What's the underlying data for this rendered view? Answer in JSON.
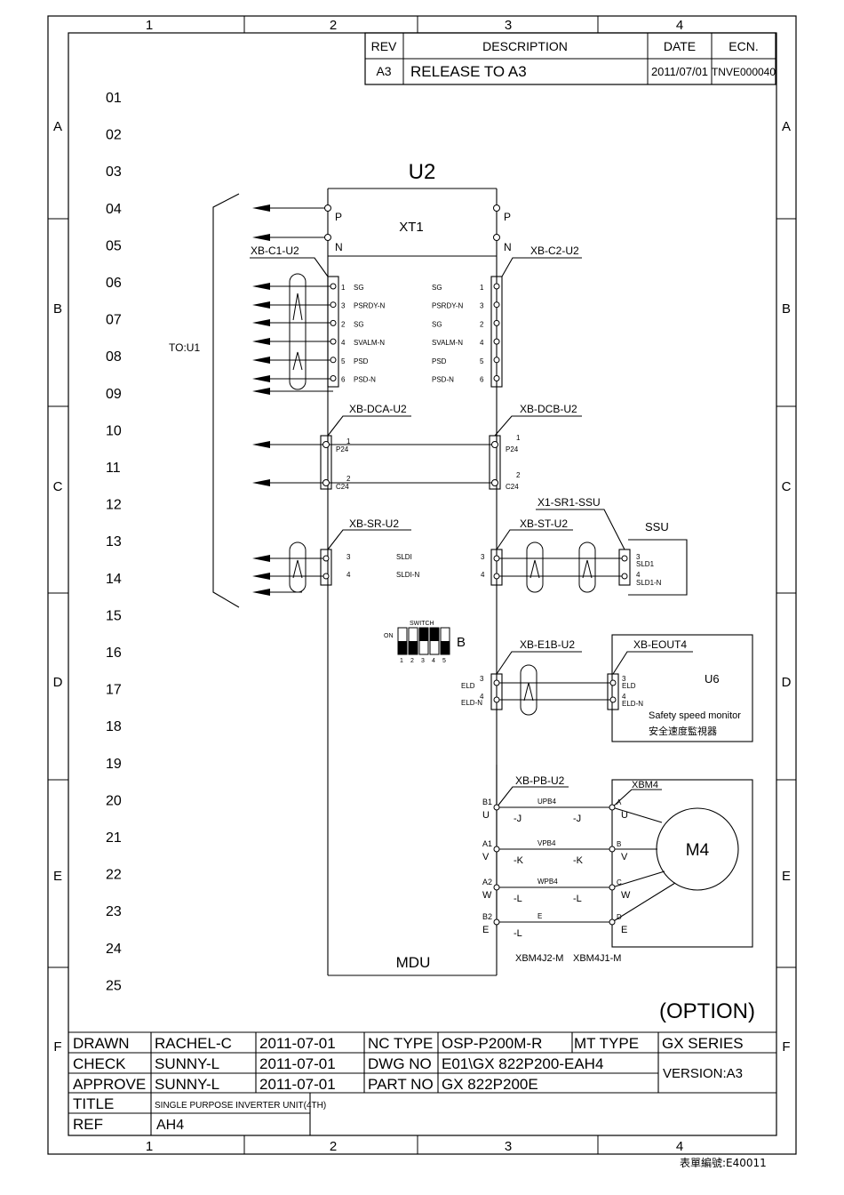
{
  "grid": {
    "cols": [
      "1",
      "2",
      "3",
      "4"
    ],
    "rows": [
      "A",
      "B",
      "C",
      "D",
      "E",
      "F"
    ]
  },
  "revision": {
    "headers": {
      "rev": "REV",
      "description": "DESCRIPTION",
      "date": "DATE",
      "ecn": "ECN."
    },
    "entry": {
      "rev": "A3",
      "description": "RELEASE TO A3",
      "date": "2011/07/01",
      "ecn": "TNVE000040"
    }
  },
  "line_numbers": [
    "01",
    "02",
    "03",
    "04",
    "05",
    "06",
    "07",
    "08",
    "09",
    "10",
    "11",
    "12",
    "13",
    "14",
    "15",
    "16",
    "17",
    "18",
    "19",
    "20",
    "21",
    "22",
    "23",
    "24",
    "25"
  ],
  "schematic": {
    "unit": "U2",
    "xt1": "XT1",
    "mdu": "MDU",
    "to_u1": "TO:U1",
    "p": "P",
    "n": "N",
    "xb_c1": "XB-C1-U2",
    "xb_c2": "XB-C2-U2",
    "c_left_pins": [
      "1",
      "3",
      "2",
      "4",
      "5",
      "6"
    ],
    "c_left_sigs": [
      "SG",
      "PSRDY-N",
      "SG",
      "SVALM-N",
      "PSD",
      "PSD-N"
    ],
    "c_right_sigs": [
      "SG",
      "PSRDY-N",
      "SG",
      "SVALM-N",
      "PSD",
      "PSD-N"
    ],
    "c_right_pins": [
      "1",
      "3",
      "2",
      "4",
      "5",
      "6"
    ],
    "xb_dca": "XB-DCA-U2",
    "xb_dcb": "XB-DCB-U2",
    "dc_pins": [
      "1",
      "2"
    ],
    "dc_sigs": [
      "P24",
      "C24"
    ],
    "xb_sr": "XB-SR-U2",
    "xb_st": "XB-ST-U2",
    "x1_sr1": "X1-SR1-SSU",
    "ssu": "SSU",
    "sr_pins": [
      "3",
      "4"
    ],
    "sr_sigs": [
      "SLDI",
      "SLDI-N"
    ],
    "ssu_pins": [
      "3",
      "4"
    ],
    "ssu_sigs": [
      "SLD1",
      "SLD1-N"
    ],
    "switch_title": "SWITCH",
    "switch_on": "ON",
    "switch_nums": [
      "1",
      "2",
      "3",
      "4",
      "5"
    ],
    "switch_b": "B",
    "xb_e1b": "XB-E1B-U2",
    "xb_eout4": "XB-EOUT4",
    "u6": "U6",
    "eld_pins": [
      "3",
      "4"
    ],
    "eld_sigs": [
      "ELD",
      "ELD-N"
    ],
    "u6_desc": "Safety speed monitor",
    "u6_desc_cn": "安全速度監視器",
    "xb_pb": "XB-PB-U2",
    "xbm4": "XBM4",
    "m4": "M4",
    "pb_pins": [
      "B1",
      "A1",
      "A2",
      "B2"
    ],
    "pb_phases": [
      "U",
      "V",
      "W",
      "E"
    ],
    "pb_wires": [
      "UPB4",
      "VPB4",
      "WPB4",
      "E"
    ],
    "pb_mid_l": [
      "-J",
      "-K",
      "-L",
      "-L"
    ],
    "pb_mid_r": [
      "-J",
      "-K",
      "-L",
      ""
    ],
    "m4_pins": [
      "A",
      "B",
      "C",
      "D"
    ],
    "m4_phases": [
      "U",
      "V",
      "W",
      "E"
    ],
    "conn_l": "XBM4J2-M",
    "conn_r": "XBM4J1-M",
    "option": "(OPTION)"
  },
  "title_block": {
    "drawn_label": "DRAWN",
    "drawn_name": "RACHEL-C",
    "drawn_date": "2011-07-01",
    "check_label": "CHECK",
    "check_name": "SUNNY-L",
    "check_date": "2011-07-01",
    "approve_label": "APPROVE",
    "approve_name": "SUNNY-L",
    "approve_date": "2011-07-01",
    "nc_type_label": "NC TYPE",
    "nc_type": "OSP-P200M-R",
    "mt_type_label": "MT TYPE",
    "mt_type": "GX SERIES",
    "dwg_no_label": "DWG NO",
    "dwg_no": "E01\\GX 822P200-EAH4",
    "part_no_label": "PART NO",
    "part_no": "GX 822P200E",
    "version": "VERSION:A3",
    "title_label": "TITLE",
    "title": "SINGLE PURPOSE INVERTER UNIT(4TH)",
    "ref_label": "REF",
    "ref": "AH4"
  },
  "form_no": "表單編號:E40011"
}
